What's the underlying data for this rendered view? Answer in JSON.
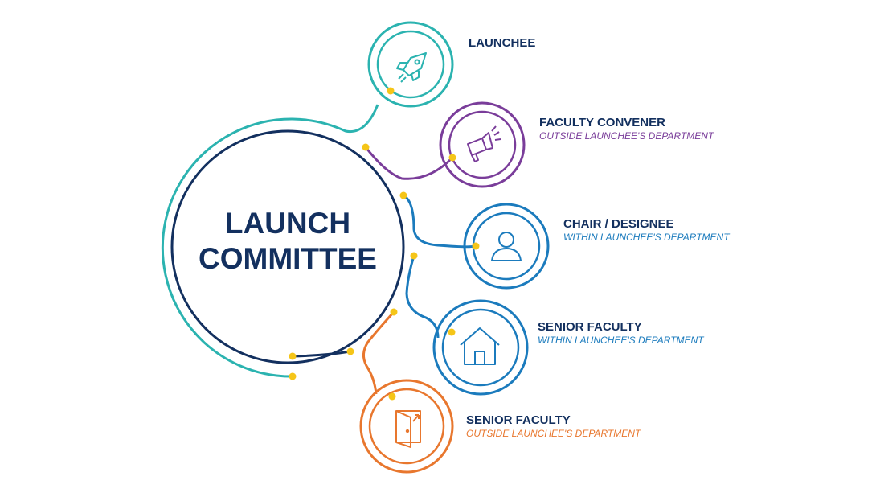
{
  "center": {
    "line1": "LAUNCH",
    "line2": "COMMITTEE"
  },
  "colors": {
    "navy": "#13305f",
    "teal": "#2bb3b0",
    "purple": "#7a3d9a",
    "blue": "#1b7bbd",
    "orange": "#e8772e",
    "dot": "#f5c518"
  },
  "members": [
    {
      "title": "LAUNCHEE",
      "subtitle": "",
      "icon": "rocket-icon",
      "color": "#2bb3b0"
    },
    {
      "title": "FACULTY CONVENER",
      "subtitle": "OUTSIDE LAUNCHEE'S DEPARTMENT",
      "icon": "megaphone-icon",
      "color": "#7a3d9a"
    },
    {
      "title": "CHAIR / DESIGNEE",
      "subtitle": "WITHIN LAUNCHEE'S DEPARTMENT",
      "icon": "person-icon",
      "color": "#1b7bbd"
    },
    {
      "title": "SENIOR FACULTY",
      "subtitle": "WITHIN LAUNCHEE'S DEPARTMENT",
      "icon": "house-icon",
      "color": "#1b7bbd"
    },
    {
      "title": "SENIOR FACULTY",
      "subtitle": "OUTSIDE LAUNCHEE'S DEPARTMENT",
      "icon": "door-icon",
      "color": "#e8772e"
    }
  ]
}
